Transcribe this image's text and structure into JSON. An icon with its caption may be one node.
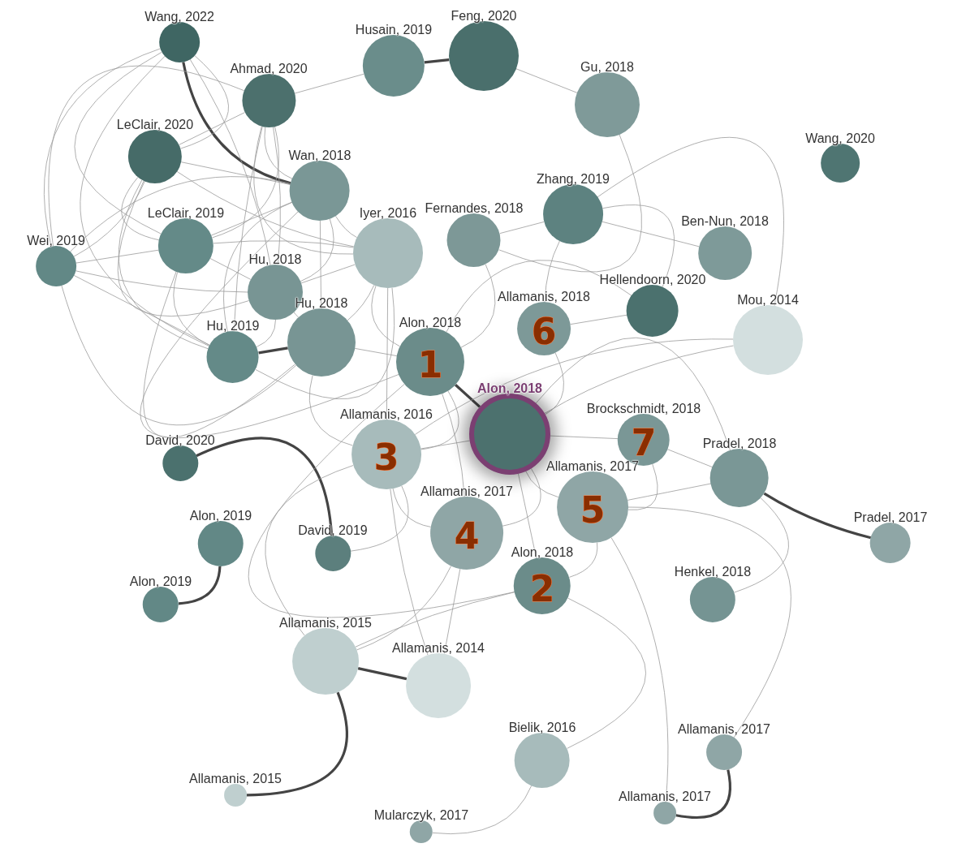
{
  "diagram": {
    "nodes": [
      {
        "text": [
          "Wang, 2022"
        ]
      },
      {
        "text": [
          "Husain, 2019"
        ]
      },
      {
        "text": [
          "Feng, 2020"
        ]
      },
      {
        "text": [
          "Ahmad, 2020"
        ]
      },
      {
        "text": [
          "Gu, 2018"
        ]
      },
      {
        "text": [
          "Wang, 2020"
        ]
      },
      {
        "text": [
          "LeClair, 2020"
        ]
      },
      {
        "text": [
          "Wan, 2018"
        ]
      },
      {
        "text": [
          "Zhang, 2019"
        ]
      },
      {
        "text": [
          "Fernandes, 2018"
        ]
      },
      {
        "text": [
          "Iyer, 2016"
        ]
      },
      {
        "text": [
          "Ben-Nun, 2018"
        ]
      },
      {
        "text": [
          "Wei, 2019"
        ]
      },
      {
        "text": [
          "LeClair, 2019"
        ]
      },
      {
        "text": [
          "Hu, 2018"
        ]
      },
      {
        "text": [
          "Hellendoorn, 2020"
        ]
      },
      {
        "text": [
          "Allamanis, 2018",
          "6"
        ]
      },
      {
        "text": [
          "Mou, 2014"
        ]
      },
      {
        "text": [
          "Hu, 2019"
        ]
      },
      {
        "text": [
          "Hu, 2018"
        ]
      },
      {
        "text": [
          "Alon, 2018",
          "1"
        ]
      },
      {
        "text": [
          "Alon, 2018"
        ]
      },
      {
        "text": [
          "Brockschmidt, 2018",
          "7"
        ]
      },
      {
        "text": [
          "David, 2020"
        ]
      },
      {
        "text": [
          "Allamanis, 2016",
          "3"
        ]
      },
      {
        "text": [
          "Pradel, 2018"
        ]
      },
      {
        "text": [
          "Allamanis, 2017",
          "4"
        ]
      },
      {
        "text": [
          "Allamanis, 2017",
          "5"
        ]
      },
      {
        "text": [
          "Alon, 2019"
        ]
      },
      {
        "text": [
          "David, 2019"
        ]
      },
      {
        "text": [
          "Pradel, 2017"
        ]
      },
      {
        "text": [
          "Alon, 2018",
          "2"
        ]
      },
      {
        "text": [
          "Henkel, 2018"
        ]
      },
      {
        "text": [
          "Alon, 2019"
        ]
      },
      {
        "text": [
          "Allamanis, 2015"
        ]
      },
      {
        "text": [
          "Allamanis, 2014"
        ]
      },
      {
        "text": [
          "Allamanis, 2017"
        ]
      },
      {
        "text": [
          "Bielik, 2016"
        ]
      },
      {
        "text": [
          "Allamanis, 2015"
        ]
      },
      {
        "text": [
          "Mularczyk, 2017"
        ]
      },
      {
        "text": [
          "Allamanis, 2017"
        ]
      }
    ],
    "edges": [
      {
        "from": 1,
        "to": 2,
        "arrow": "none",
        "style": "thick",
        "color": "#444444"
      },
      {
        "from": 23,
        "to": 29,
        "arrow": "none",
        "style": "thick",
        "color": "#444444"
      },
      {
        "from": 28,
        "to": 33,
        "arrow": "none",
        "style": "thick",
        "color": "#444444"
      },
      {
        "from": 34,
        "to": 38,
        "arrow": "none",
        "style": "thick",
        "color": "#444444"
      },
      {
        "from": 25,
        "to": 30,
        "arrow": "none",
        "style": "thick",
        "color": "#444444"
      },
      {
        "from": 36,
        "to": 40,
        "arrow": "none",
        "style": "thick",
        "color": "#444444"
      },
      {
        "from": 18,
        "to": 19,
        "arrow": "none",
        "style": "thick",
        "color": "#444444"
      },
      {
        "from": 34,
        "to": 35,
        "arrow": "none",
        "style": "thick",
        "color": "#444444"
      },
      {
        "from": 0,
        "to": 7,
        "arrow": "none",
        "style": "thick",
        "color": "#444444"
      },
      {
        "from": 20,
        "to": 21,
        "arrow": "none",
        "style": "thick",
        "color": "#444444"
      },
      {
        "from": 0,
        "to": 6,
        "arrow": "none"
      },
      {
        "from": 0,
        "to": 13,
        "arrow": "none"
      },
      {
        "from": 0,
        "to": 18,
        "arrow": "none"
      },
      {
        "from": 0,
        "to": 14,
        "arrow": "none"
      },
      {
        "from": 0,
        "to": 12,
        "arrow": "none"
      },
      {
        "from": 3,
        "to": 6,
        "arrow": "none"
      },
      {
        "from": 3,
        "to": 7,
        "arrow": "none"
      },
      {
        "from": 3,
        "to": 13,
        "arrow": "none"
      },
      {
        "from": 3,
        "to": 14,
        "arrow": "none"
      },
      {
        "from": 3,
        "to": 18,
        "arrow": "none"
      },
      {
        "from": 3,
        "to": 10,
        "arrow": "none"
      },
      {
        "from": 3,
        "to": 12,
        "arrow": "none"
      },
      {
        "from": 6,
        "to": 12,
        "arrow": "none"
      },
      {
        "from": 6,
        "to": 13,
        "arrow": "none"
      },
      {
        "from": 6,
        "to": 18,
        "arrow": "none"
      },
      {
        "from": 6,
        "to": 7,
        "arrow": "none"
      },
      {
        "from": 6,
        "to": 14,
        "arrow": "none"
      },
      {
        "from": 6,
        "to": 10,
        "arrow": "none"
      },
      {
        "from": 12,
        "to": 13,
        "arrow": "none"
      },
      {
        "from": 12,
        "to": 14,
        "arrow": "none"
      },
      {
        "from": 12,
        "to": 18,
        "arrow": "none"
      },
      {
        "from": 12,
        "to": 19,
        "arrow": "none"
      },
      {
        "from": 12,
        "to": 7,
        "arrow": "none"
      },
      {
        "from": 13,
        "to": 7,
        "arrow": "none"
      },
      {
        "from": 13,
        "to": 10,
        "arrow": "none"
      },
      {
        "from": 13,
        "to": 14,
        "arrow": "none"
      },
      {
        "from": 13,
        "to": 18,
        "arrow": "none"
      },
      {
        "from": 13,
        "to": 19,
        "arrow": "none"
      },
      {
        "from": 7,
        "to": 14,
        "arrow": "none"
      },
      {
        "from": 7,
        "to": 18,
        "arrow": "none"
      },
      {
        "from": 7,
        "to": 19,
        "arrow": "none"
      },
      {
        "from": 7,
        "to": 10,
        "arrow": "none"
      },
      {
        "from": 7,
        "to": 20,
        "arrow": "none"
      },
      {
        "from": 14,
        "to": 18,
        "arrow": "none"
      },
      {
        "from": 14,
        "to": 19,
        "arrow": "none"
      },
      {
        "from": 14,
        "to": 10,
        "arrow": "none"
      },
      {
        "from": 19,
        "to": 10,
        "arrow": "none"
      },
      {
        "from": 19,
        "to": 20,
        "arrow": "none"
      },
      {
        "from": 19,
        "to": 24,
        "arrow": "none"
      },
      {
        "from": 18,
        "to": 10,
        "arrow": "none"
      },
      {
        "from": 10,
        "to": 20,
        "arrow": "none"
      },
      {
        "from": 10,
        "to": 24,
        "arrow": "none"
      },
      {
        "from": 2,
        "to": 4,
        "arrow": "none"
      },
      {
        "from": 1,
        "to": 3,
        "arrow": "none"
      },
      {
        "from": 9,
        "to": 20,
        "arrow": "none"
      },
      {
        "from": 9,
        "to": 8,
        "arrow": "none"
      },
      {
        "from": 9,
        "to": 4,
        "arrow": "none"
      },
      {
        "from": 8,
        "to": 16,
        "arrow": "none"
      },
      {
        "from": 8,
        "to": 15,
        "arrow": "none"
      },
      {
        "from": 8,
        "to": 17,
        "arrow": "none"
      },
      {
        "from": 8,
        "to": 11,
        "arrow": "none"
      },
      {
        "from": 16,
        "to": 21,
        "arrow": "none"
      },
      {
        "from": 16,
        "to": 15,
        "arrow": "none"
      },
      {
        "from": 15,
        "to": 20,
        "arrow": "none"
      },
      {
        "from": 17,
        "to": 24,
        "arrow": "none"
      },
      {
        "from": 17,
        "to": 21,
        "arrow": "none"
      },
      {
        "from": 20,
        "to": 24,
        "arrow": "none"
      },
      {
        "from": 20,
        "to": 26,
        "arrow": "none"
      },
      {
        "from": 20,
        "to": 31,
        "arrow": "none"
      },
      {
        "from": 21,
        "to": 24,
        "arrow": "none"
      },
      {
        "from": 21,
        "to": 26,
        "arrow": "none"
      },
      {
        "from": 21,
        "to": 27,
        "arrow": "none"
      },
      {
        "from": 21,
        "to": 22,
        "arrow": "none"
      },
      {
        "from": 21,
        "to": 31,
        "arrow": "none"
      },
      {
        "from": 21,
        "to": 25,
        "arrow": "none"
      },
      {
        "from": 22,
        "to": 27,
        "arrow": "none"
      },
      {
        "from": 22,
        "to": 25,
        "arrow": "none"
      },
      {
        "from": 25,
        "to": 27,
        "arrow": "none"
      },
      {
        "from": 25,
        "to": 32,
        "arrow": "none"
      },
      {
        "from": 24,
        "to": 34,
        "arrow": "none"
      },
      {
        "from": 24,
        "to": 35,
        "arrow": "none"
      },
      {
        "from": 24,
        "to": 26,
        "arrow": "none"
      },
      {
        "from": 24,
        "to": 29,
        "arrow": "none"
      },
      {
        "from": 26,
        "to": 35,
        "arrow": "none"
      },
      {
        "from": 26,
        "to": 34,
        "arrow": "none"
      },
      {
        "from": 27,
        "to": 40,
        "arrow": "none"
      },
      {
        "from": 27,
        "to": 36,
        "arrow": "none"
      },
      {
        "from": 27,
        "to": 31,
        "arrow": "none"
      },
      {
        "from": 31,
        "to": 37,
        "arrow": "none"
      },
      {
        "from": 31,
        "to": 34,
        "arrow": "none"
      },
      {
        "from": 37,
        "to": 39,
        "arrow": "none"
      }
    ]
  }
}
